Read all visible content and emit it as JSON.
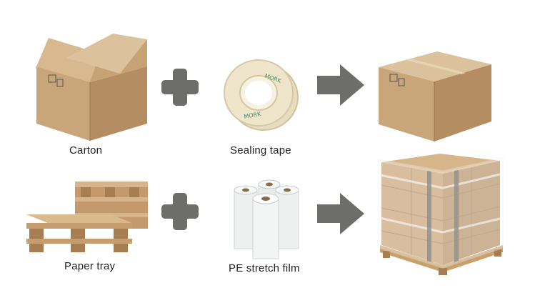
{
  "rows": [
    {
      "first_item": {
        "label": "Carton",
        "icon": "open-carton-box"
      },
      "operator": "plus",
      "second_item": {
        "label": "Sealing tape",
        "icon": "tape-roll"
      },
      "arrow": "right-arrow",
      "result": {
        "icon": "sealed-carton-box"
      }
    },
    {
      "first_item": {
        "label": "Paper tray",
        "icon": "paper-pallet"
      },
      "operator": "plus",
      "second_item": {
        "label": "PE stretch film",
        "icon": "stretch-film-rolls"
      },
      "arrow": "right-arrow",
      "result": {
        "icon": "wrapped-pallet-load"
      }
    }
  ],
  "colors": {
    "operator": "#6d6e6a",
    "cardboard": "#c9a57a",
    "cardboard_dark": "#a9835a",
    "cardboard_light": "#d8b98f",
    "tape": "#e6dcc0",
    "film": "#eef0f0"
  }
}
